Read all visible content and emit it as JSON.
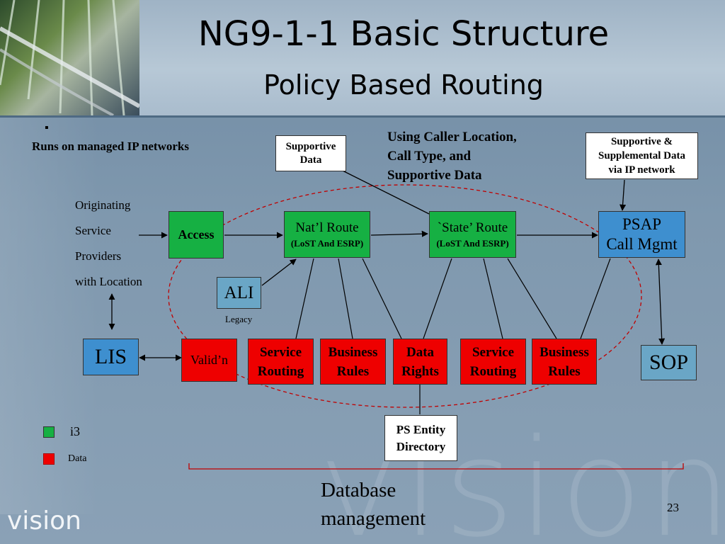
{
  "slide": {
    "title": "NG9-1-1 Basic Structure",
    "subtitle": "Policy Based Routing",
    "bullet": "▪",
    "runs_on": "Runs on managed IP networks",
    "using_caller": [
      "Using Caller Location,",
      "Call Type, and",
      "Supportive Data"
    ],
    "supportive_data": [
      "Supportive",
      "Data"
    ],
    "supportive_supplemental": [
      "Supportive &",
      "Supplemental Data",
      "via IP network"
    ],
    "originating": [
      "Originating",
      "Service",
      "Providers",
      "with Location"
    ],
    "access": "Access",
    "natl_route": "Nat’l Route",
    "natl_sub": "(LoST And ESRP)",
    "state_route": "`State’ Route",
    "state_sub": "(LoST And ESRP)",
    "psap": [
      "PSAP",
      "Call Mgmt"
    ],
    "ali": "ALI",
    "legacy": "Legacy",
    "lis": "LIS",
    "validn": "Valid’n",
    "service_routing_1": [
      "Service",
      "Routing"
    ],
    "business_rules_1": [
      "Business",
      "Rules"
    ],
    "data_rights": [
      "Data",
      "Rights"
    ],
    "service_routing_2": [
      "Service",
      "Routing"
    ],
    "business_rules_2": [
      "Business",
      "Rules"
    ],
    "sop": "SOP",
    "ps_entity": [
      "PS Entity",
      "Directory"
    ],
    "legend_i3": "i3",
    "legend_data": "Data",
    "database_mgmt": [
      "Database",
      "management"
    ],
    "page_number": "23",
    "logo": "vision",
    "watermark": "vision"
  },
  "colors": {
    "i3_green": "#16b043",
    "data_red": "#ee0000",
    "psap_blue": "#3e8fcf",
    "sop_blue": "#6aa6c6",
    "ellipse_red": "#c00000"
  }
}
